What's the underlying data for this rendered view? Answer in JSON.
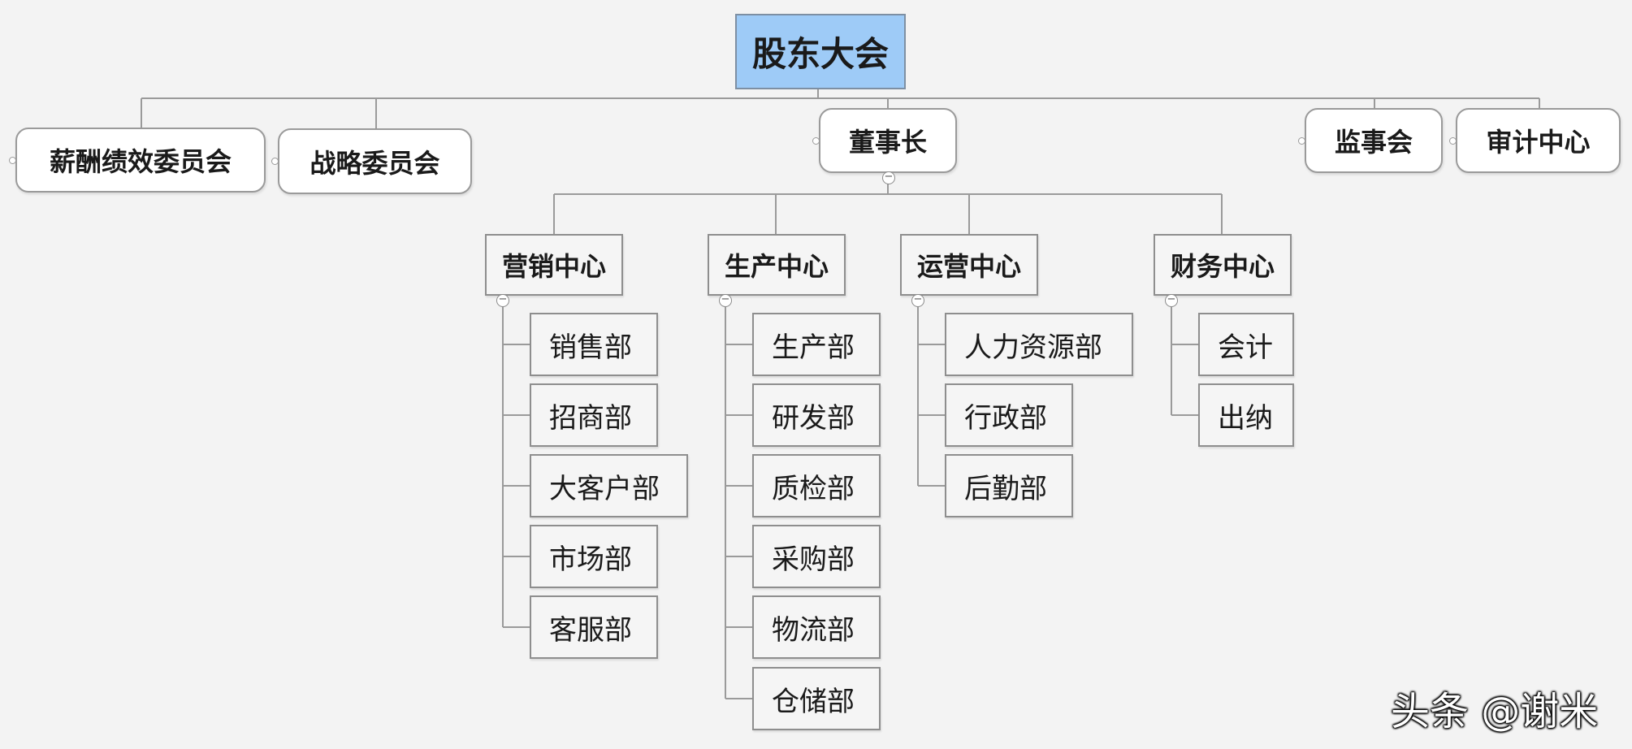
{
  "root": {
    "label": "股东大会"
  },
  "committees": [
    {
      "label": "薪酬绩效委员会"
    },
    {
      "label": "战略委员会"
    }
  ],
  "chairman": {
    "label": "董事长"
  },
  "supervisory_board": {
    "label": "监事会"
  },
  "audit_center": {
    "label": "审计中心"
  },
  "centers": [
    {
      "label": "营销中心",
      "departments": [
        "销售部",
        "招商部",
        "大客户部",
        "市场部",
        "客服部"
      ]
    },
    {
      "label": "生产中心",
      "departments": [
        "生产部",
        "研发部",
        "质检部",
        "采购部",
        "物流部",
        "仓储部"
      ]
    },
    {
      "label": "运营中心",
      "departments": [
        "人力资源部",
        "行政部",
        "后勤部"
      ]
    },
    {
      "label": "财务中心",
      "departments": [
        "会计",
        "出纳"
      ]
    }
  ],
  "collapse_symbol": "−",
  "watermark": "头条 @谢米",
  "colors": {
    "root_fill": "#9ecbf7",
    "line": "#9a9a9a",
    "background": "#f3f3f3"
  }
}
